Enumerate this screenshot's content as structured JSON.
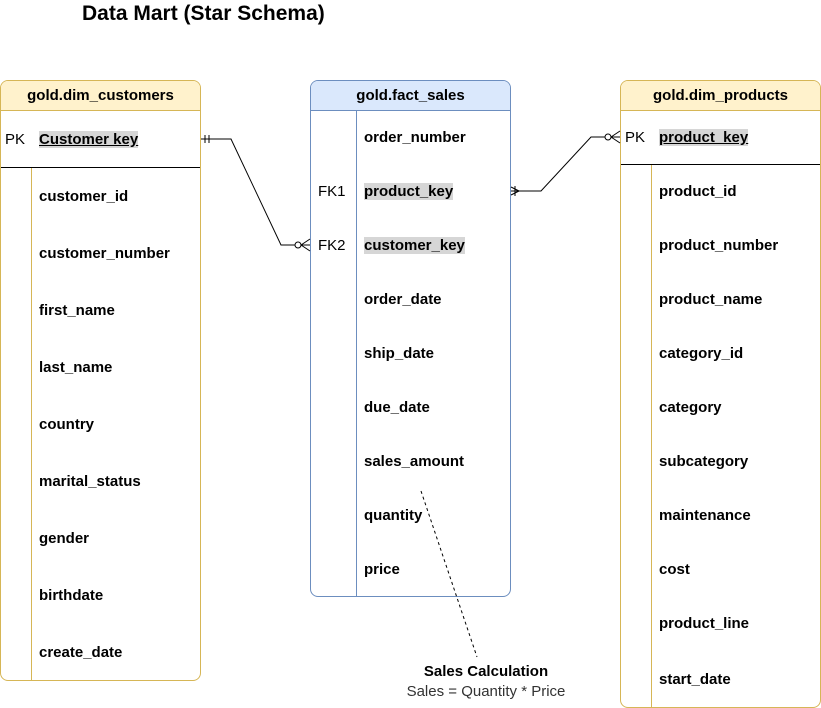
{
  "title": "Data Mart (Star Schema)",
  "entities": {
    "dim_customers": {
      "name": "gold.dim_customers",
      "pk_label": "PK",
      "pk_field": "Customer key",
      "fields": [
        "customer_id",
        "customer_number",
        "first_name",
        "last_name",
        "country",
        "marital_status",
        "gender",
        "birthdate",
        "create_date"
      ]
    },
    "fact_sales": {
      "name": "gold.fact_sales",
      "rows": [
        {
          "key": "",
          "field": "order_number"
        },
        {
          "key": "FK1",
          "field": "product_key"
        },
        {
          "key": "FK2",
          "field": "customer_key"
        },
        {
          "key": "",
          "field": "order_date"
        },
        {
          "key": "",
          "field": "ship_date"
        },
        {
          "key": "",
          "field": "due_date"
        },
        {
          "key": "",
          "field": "sales_amount"
        },
        {
          "key": "",
          "field": "quantity"
        },
        {
          "key": "",
          "field": "price"
        }
      ]
    },
    "dim_products": {
      "name": "gold.dim_products",
      "pk_label": "PK",
      "pk_field": "product_key",
      "fields": [
        "product_id",
        "product_number",
        "product_name",
        "category_id",
        "category",
        "subcategory",
        "maintenance",
        "cost",
        "product_line",
        "start_date"
      ]
    }
  },
  "note": {
    "title": "Sales Calculation",
    "text": "Sales = Quantity * Price"
  },
  "colors": {
    "dim_fill": "#fff2cc",
    "dim_border": "#d6b656",
    "fact_fill": "#dae8fc",
    "fact_border": "#6c8ebf",
    "key_highlight": "#d6d6d6"
  }
}
